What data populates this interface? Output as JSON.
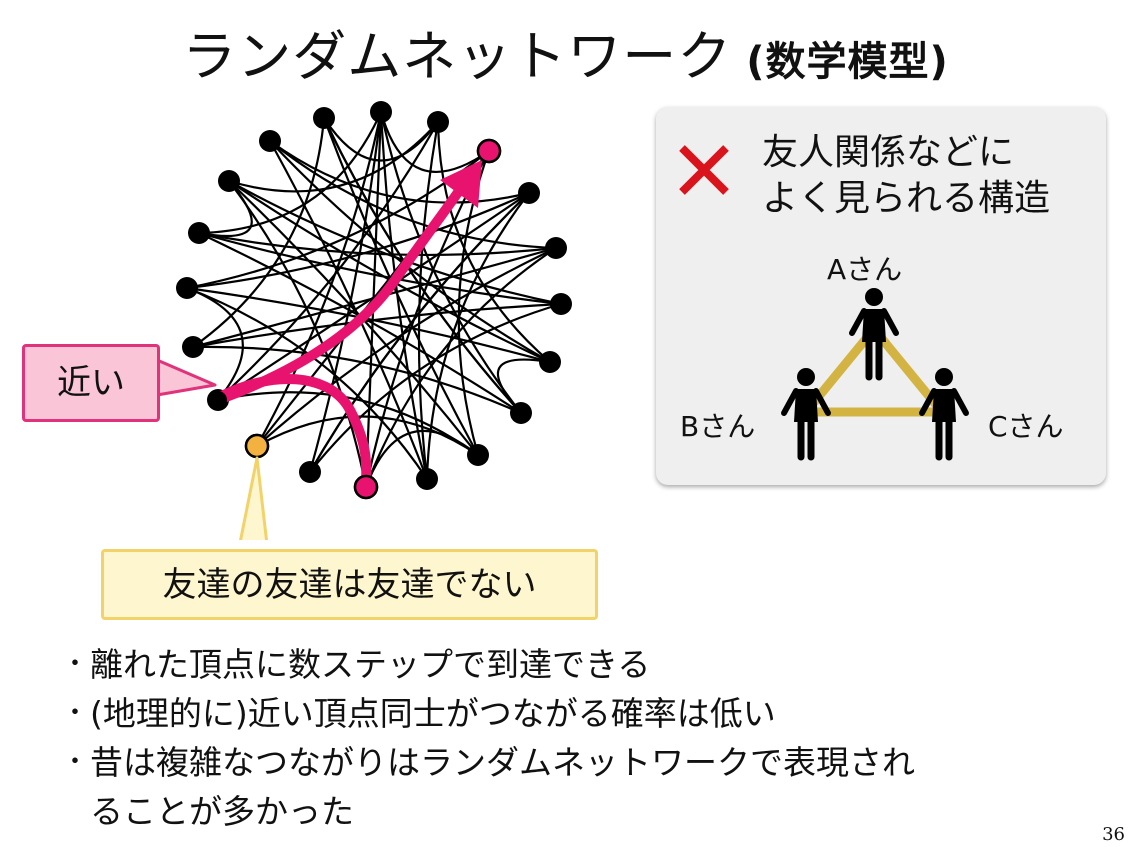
{
  "title": {
    "main": "ランダムネットワーク",
    "sub": "(数学模型)"
  },
  "callouts": {
    "near": "近い",
    "friend_of_friend": "友達の友達は友達でない"
  },
  "panel": {
    "line1": "友人関係などに",
    "line2": "よく見られる構造",
    "persons": {
      "a": "Aさん",
      "b": "Bさん",
      "c": "Cさん"
    }
  },
  "bullets": [
    "離れた頂点に数ステップで到達できる",
    "(地理的に)近い頂点同士がつながる確率は低い",
    "昔は複雑なつながりはランダムネットワークで表現され",
    "ることが多かった"
  ],
  "bullet_marker": "・",
  "page_number": "36",
  "colors": {
    "highlight_pink": "#e8136f",
    "highlight_orange": "#f3b140",
    "triad_gold": "#d3b443",
    "cross_red": "#d9141c"
  },
  "icons": {
    "cross": "cross-icon",
    "person": "person-icon"
  }
}
